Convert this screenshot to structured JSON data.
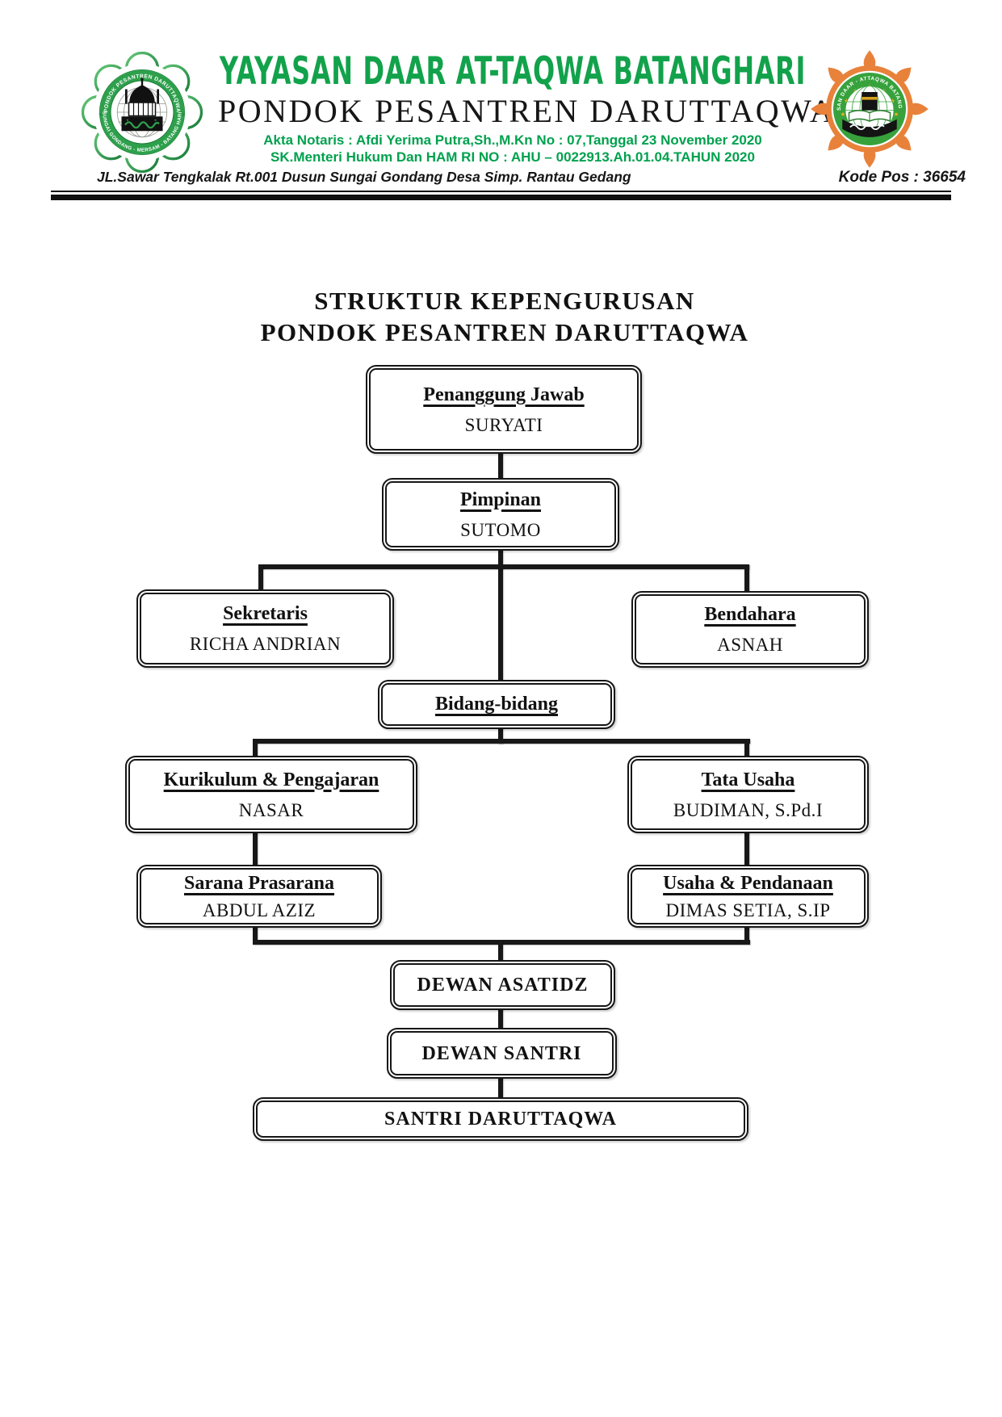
{
  "header": {
    "organization": "YAYASAN DAAR AT-TAQWA BATANGHARI",
    "institution": "PONDOK PESANTREN DARUTTAQWA",
    "akta_line": "Akta Notaris : Afdi Yerima Putra,Sh.,M.Kn No : 07,Tanggal 23 November 2020",
    "sk_line": "SK.Menteri Hukum Dan HAM RI NO : AHU – 0022913.Ah.01.04.TAHUN 2020",
    "address": "JL.Sawar Tengkalak Rt.001 Dusun Sungai Gondang Desa Simp. Rantau Gedang",
    "postal_code": "Kode Pos : 36654",
    "colors": {
      "green_text": "#00a14e",
      "title_green": "#12a24b",
      "black": "#161616",
      "logo_orange": "#e8823b",
      "logo_green": "#2ea04c"
    }
  },
  "logos": {
    "left": {
      "ring_text_top": "PONDOK PESANTREN DARUTTAQWA",
      "ring_text_bottom": "SUNGAI GONDANG - MERSAM - BATANG HARI"
    },
    "right": {
      "ring_text": "YAYASAN DAAR - ATTAQWA BATANG HARI"
    }
  },
  "chart": {
    "title_line1": "STRUKTUR KEPENGURUSAN",
    "title_line2": "PONDOK PESANTREN DARUTTAQWA",
    "nodes": {
      "penanggung_jawab": {
        "title": "Penanggung Jawab",
        "name": "SURYATI"
      },
      "pimpinan": {
        "title": "Pimpinan",
        "name": "SUTOMO"
      },
      "sekretaris": {
        "title": "Sekretaris",
        "name": "RICHA ANDRIAN"
      },
      "bendahara": {
        "title": "Bendahara",
        "name": "ASNAH"
      },
      "bidang_bidang": {
        "title": "Bidang-bidang"
      },
      "kurikulum_pengajaran": {
        "title": "Kurikulum & Pengajaran",
        "name": "NASAR"
      },
      "tata_usaha": {
        "title": "Tata Usaha",
        "name": "BUDIMAN, S.Pd.I"
      },
      "sarana_prasarana": {
        "title": "Sarana Prasarana",
        "name": "ABDUL AZIZ"
      },
      "usaha_pendanaan": {
        "title": "Usaha & Pendanaan",
        "name": "DIMAS SETIA, S.IP"
      },
      "dewan_asatidz": {
        "title": "DEWAN ASATIDZ"
      },
      "dewan_santri": {
        "title": "DEWAN SANTRI"
      },
      "santri_daruttaqwa": {
        "title": "SANTRI DARUTTAQWA"
      }
    }
  }
}
